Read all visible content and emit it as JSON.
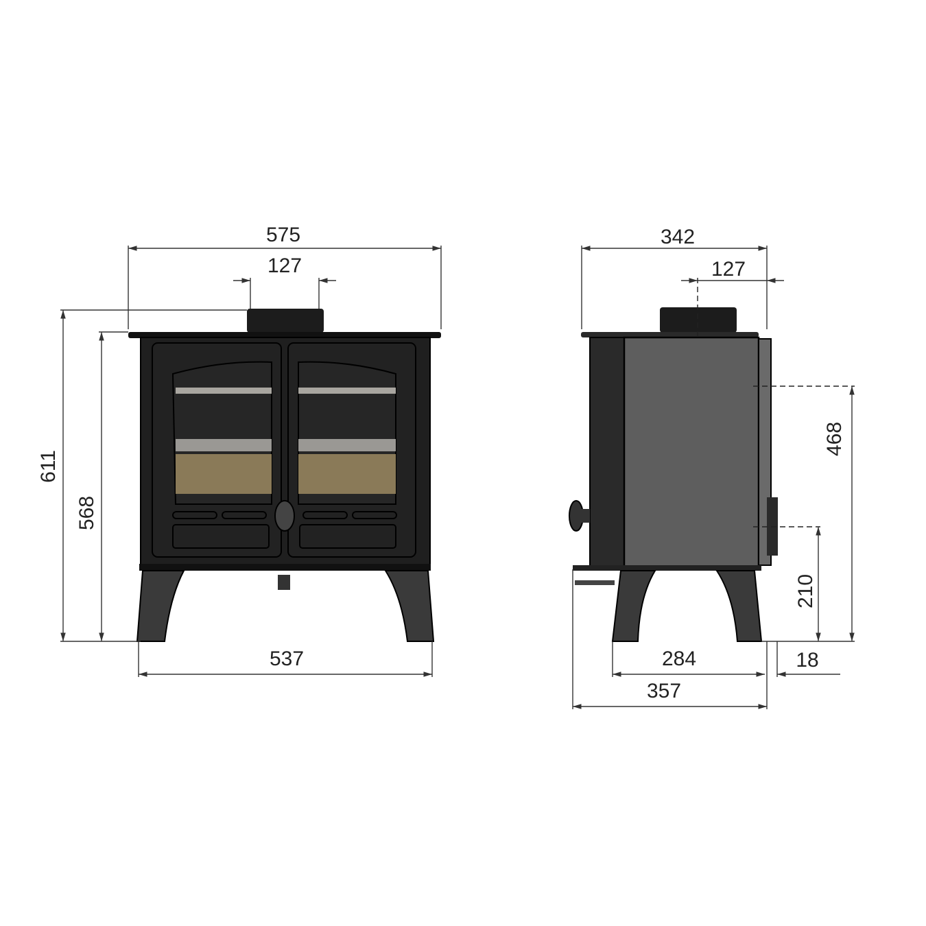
{
  "front_view": {
    "overall_width": "575",
    "flue_diameter": "127",
    "overall_height": "611",
    "height_to_top_plate": "568",
    "leg_width": "537"
  },
  "side_view": {
    "top_depth": "342",
    "flue_offset": "127",
    "rear_flue_height": "468",
    "lower_outlet_height": "210",
    "leg_depth": "284",
    "rear_offset": "18",
    "overall_depth": "357"
  },
  "colors": {
    "stove_body": "#1f1f1f",
    "side_panel": "#5e5e5e",
    "firebrick": "#8a7a58",
    "baffle": "#a9a6a0"
  }
}
